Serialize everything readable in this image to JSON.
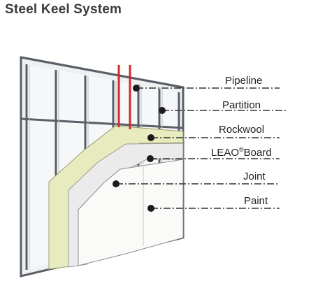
{
  "title": "Steel Keel System",
  "layers": [
    {
      "name": "Pipeline"
    },
    {
      "name": "Partition"
    },
    {
      "name": "Rockwool"
    },
    {
      "name": "LEAO",
      "sup": "®",
      "suffix": "Board"
    },
    {
      "name": "Joint"
    },
    {
      "name": "Paint"
    }
  ],
  "colors": {
    "frame": "#5a5e66",
    "frame_light": "#9aa0a8",
    "rockwool": "#e9ecc0",
    "board": "#ececec",
    "paint": "#f8f8f6",
    "pipe": "#d42a2a",
    "cell": "#f3f4f6"
  }
}
